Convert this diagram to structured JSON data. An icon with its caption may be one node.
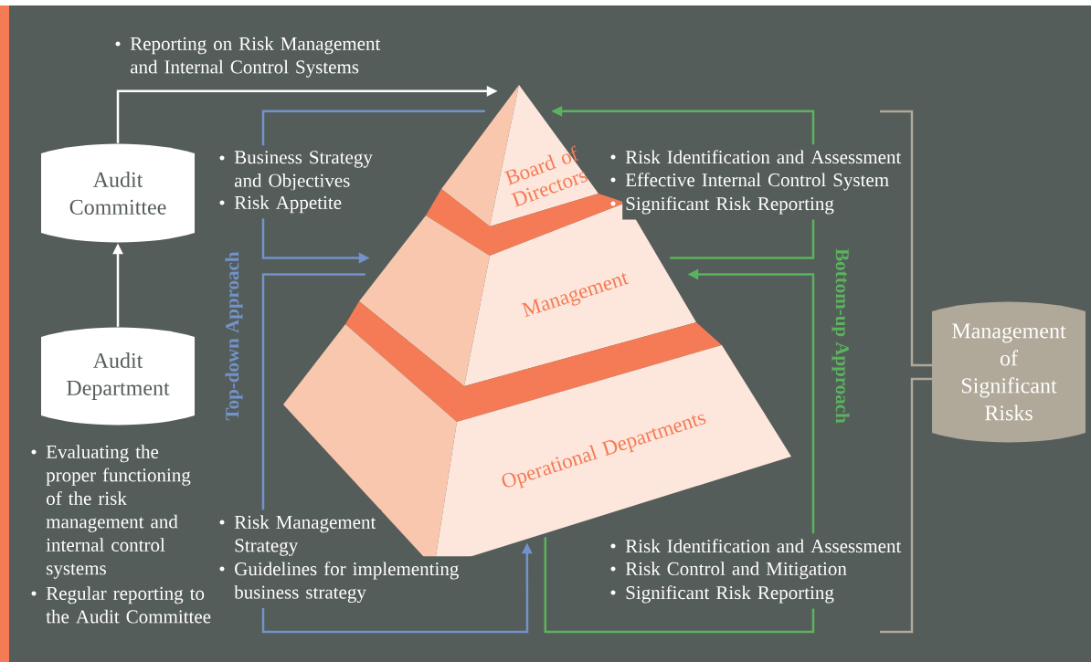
{
  "diagram": {
    "nodes": [
      {
        "text": [
          "Audit Committee"
        ]
      },
      {
        "text": [
          "Audit Department"
        ],
        "beside": [
          "Evaluating the proper functioning of the risk management and internal control systems",
          "Regular reporting to the Audit Committee"
        ]
      },
      {
        "text": [
          "Board of Directors"
        ]
      },
      {
        "text": [
          "Management"
        ]
      },
      {
        "text": [
          "Operational Departments"
        ]
      },
      {
        "text": [
          "Management of Significant Risks"
        ]
      }
    ],
    "edges": [
      {
        "from": 1,
        "to": 0,
        "arrow": "to",
        "color": "#ffffff"
      },
      {
        "from": 0,
        "to": 2,
        "arrow": "to",
        "color": "#ffffff",
        "label": "Reporting on Risk Management and Internal Control Systems"
      },
      {
        "from": 2,
        "to": 3,
        "arrow": "to",
        "color": "#7293cb"
      },
      {
        "from": 3,
        "to": 4,
        "arrow": "to",
        "color": "#7293cb"
      },
      {
        "from": 4,
        "to": 3,
        "arrow": "to",
        "color": "#5bb35e"
      },
      {
        "from": 3,
        "to": 2,
        "arrow": "to",
        "color": "#5bb35e"
      }
    ],
    "labels": [
      "Business Strategy and Objectives",
      "Risk Appetite",
      "Risk Identification and Assessment",
      "Effective Internal Control System",
      "Significant Risk Reporting",
      "Top-down Approach",
      "Bottom-up Approach",
      "Risk Management Strategy",
      "Guidelines for implementing business strategy",
      "Risk Identification and Assessment",
      "Risk Control and Mitigation",
      "Significant Risk Reporting"
    ]
  }
}
